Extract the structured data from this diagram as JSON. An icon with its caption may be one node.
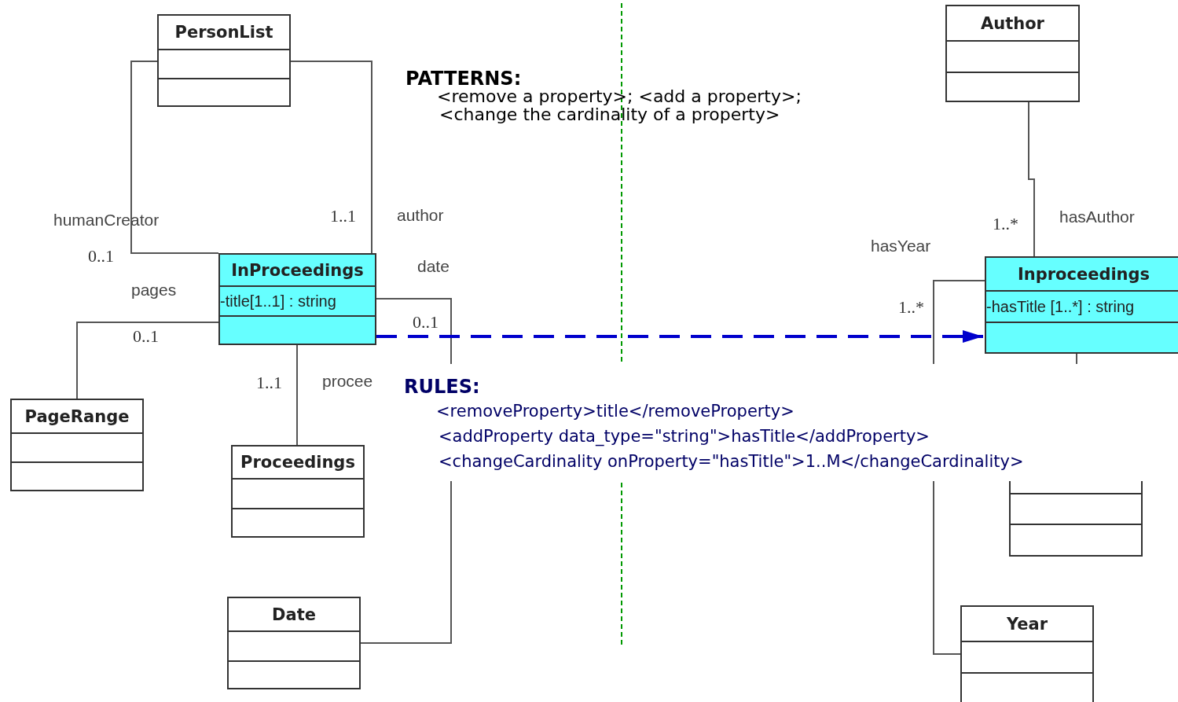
{
  "diagram": {
    "nodes": [
      {
        "text": [
          "PersonList"
        ]
      },
      {
        "text": [
          "InProceedings",
          "-title[1..1] : string"
        ]
      },
      {
        "text": [
          "PageRange"
        ]
      },
      {
        "text": [
          "Proceedings"
        ]
      },
      {
        "text": [
          "Date"
        ]
      },
      {
        "text": [
          "Author"
        ]
      },
      {
        "text": [
          "Inproceedings",
          "-hasTitle [1..*] : string"
        ]
      },
      {
        "text": [],
        "shape": "box"
      },
      {
        "text": [
          "Year"
        ]
      }
    ],
    "edges": [
      {
        "from": 0,
        "to": 1,
        "arrow": "none",
        "label": "humanCreator"
      },
      {
        "from": 0,
        "to": 1,
        "arrow": "none",
        "label": "author"
      },
      {
        "from": 1,
        "to": 4,
        "arrow": "none",
        "label": "date"
      },
      {
        "from": 1,
        "to": 2,
        "arrow": "none",
        "label": "pages"
      },
      {
        "from": 1,
        "to": 3,
        "arrow": "none",
        "label": "procee"
      },
      {
        "from": 1,
        "to": 6,
        "arrow": "to",
        "style": "dashed",
        "color": "#0000cc"
      },
      {
        "from": 5,
        "to": 6,
        "arrow": "none",
        "label": "hasAuthor"
      },
      {
        "from": 6,
        "to": 8,
        "arrow": "none",
        "label": "hasYear"
      },
      {
        "from": 6,
        "to": 7,
        "arrow": "none"
      }
    ],
    "labels": [
      "PATTERNS:",
      "<remove a property>; <add a property>;",
      "<change the cardinality of a property>",
      "0..1",
      "1..1",
      "0..1",
      "0..1",
      "1..1",
      "RULES:",
      "<removeProperty>title</removeProperty>",
      "<addProperty data_type=\"string\">hasTitle</addProperty>",
      "<changeCardinality onProperty=\"hasTitle\">1..M</changeCardinality>",
      "1..*",
      "1..*"
    ]
  }
}
